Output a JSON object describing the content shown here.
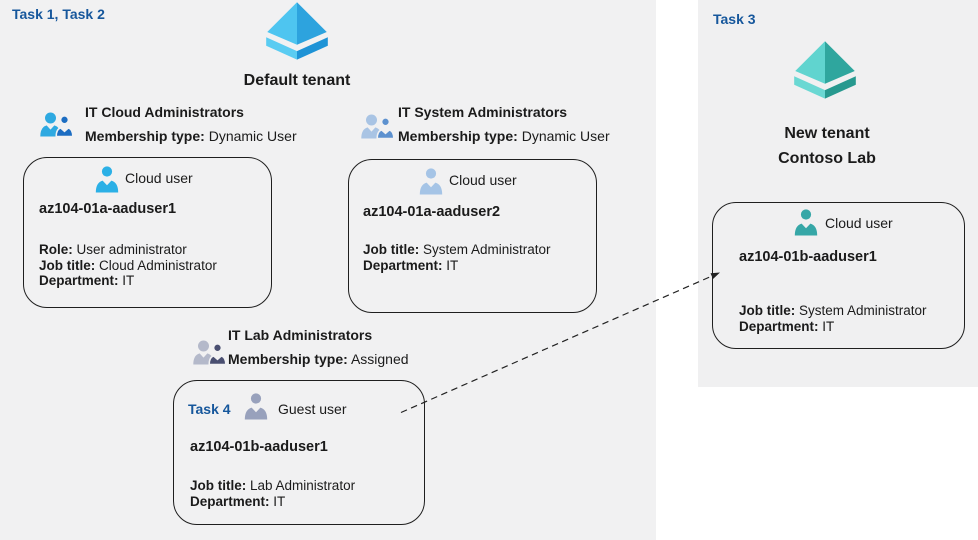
{
  "tasks": {
    "task12": "Task 1, Task 2",
    "task3": "Task 3",
    "task4": "Task 4"
  },
  "default_tenant": {
    "name": "Default tenant",
    "groups": [
      {
        "name": "IT Cloud Administrators",
        "membership_label": "Membership type:",
        "membership_value": "Dynamic User"
      },
      {
        "name": "IT System Administrators",
        "membership_label": "Membership type:",
        "membership_value": "Dynamic User"
      },
      {
        "name": "IT Lab Administrators",
        "membership_label": "Membership type:",
        "membership_value": "Assigned"
      }
    ],
    "users": [
      {
        "type_label": "Cloud user",
        "name": "az104-01a-aaduser1",
        "attributes": [
          {
            "label": "Role:",
            "value": "User administrator"
          },
          {
            "label": "Job title:",
            "value": "Cloud Administrator"
          },
          {
            "label": "Department:",
            "value": "IT"
          }
        ]
      },
      {
        "type_label": "Cloud user",
        "name": "az104-01a-aaduser2",
        "attributes": [
          {
            "label": "Job title:",
            "value": "System Administrator"
          },
          {
            "label": "Department:",
            "value": "IT"
          }
        ]
      },
      {
        "task_label": "Task 4",
        "type_label": "Guest user",
        "name": "az104-01b-aaduser1",
        "attributes": [
          {
            "label": "Job title:",
            "value": "Lab Administrator"
          },
          {
            "label": "Department:",
            "value": "IT"
          }
        ]
      }
    ]
  },
  "new_tenant": {
    "task_label": "Task 3",
    "name_line1": "New tenant",
    "name_line2": "Contoso Lab",
    "user": {
      "type_label": "Cloud user",
      "name": "az104-01b-aaduser1",
      "attributes": [
        {
          "label": "Job title:",
          "value": "System Administrator"
        },
        {
          "label": "Department:",
          "value": "IT"
        }
      ]
    }
  },
  "colors": {
    "task_label": "#16579c",
    "text": "#1b1b1b",
    "region_left_bg": "#f1f1f2",
    "region_right_bg": "#f0f0f1",
    "box_border": "#1f1f1f",
    "arrow": "#222222",
    "tenant_blue": {
      "face_light": "#4ec5f0",
      "face_dark": "#2da3de",
      "rim_light": "#5accf2",
      "rim_dark": "#1e93d6"
    },
    "tenant_teal": {
      "face_light": "#60d4cf",
      "face_dark": "#2fa69e",
      "rim_light": "#6ad8d3",
      "rim_dark": "#27998f"
    },
    "group_cloud": {
      "front": "#2ea9e1",
      "back": "#1c6dc2"
    },
    "group_system": {
      "front": "#a9c4e4",
      "back": "#5d91cf"
    },
    "group_lab": {
      "front": "#b4b9ca",
      "back": "#4a4f71"
    },
    "user_cloud_bright": "#2bb0e6",
    "user_cloud_steel": "#a5c4e6",
    "user_guest": "#98a1bc",
    "user_cloud_teal": "#36a7a7"
  }
}
